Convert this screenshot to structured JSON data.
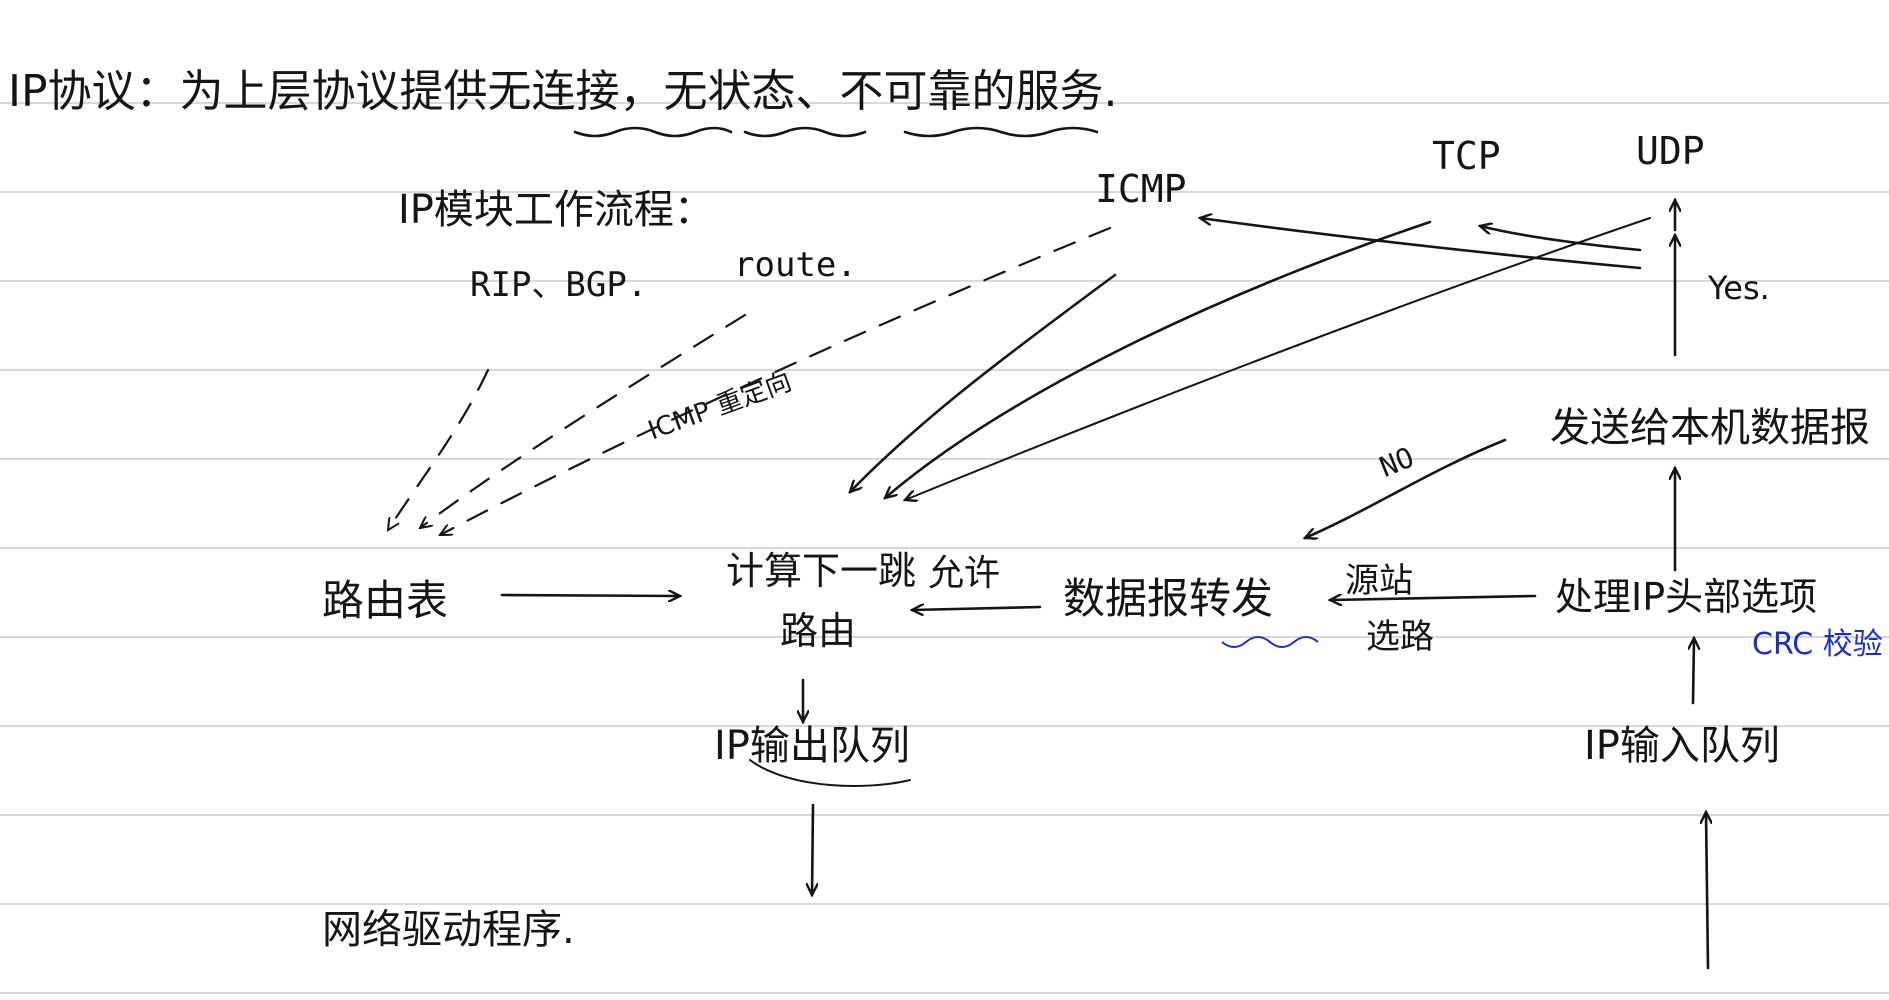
{
  "title": {
    "prefix": "IP协议：为上层协议提供",
    "a": "无连接",
    "sep1": "，",
    "b": "无状态",
    "sep2": "、",
    "c": "不可靠的服务",
    "end": "."
  },
  "subtitle": "IP模块工作流程：",
  "labels": {
    "rip_bgp": "RIP、BGP.",
    "route": "route.",
    "icmp": "ICMP",
    "tcp": "TCP",
    "udp": "UDP",
    "yes": "Yes.",
    "icmp_redirect": "ICMP 重定向",
    "no": "NO",
    "allow": "允许",
    "source_route_1": "源站",
    "source_route_2": "选路",
    "crc": "CRC 校验"
  },
  "nodes": {
    "routing_table": "路由表",
    "next_hop_1": "计算下一跳",
    "next_hop_2": "路由",
    "forward": "数据报转发",
    "process_header": "处理IP头部选项",
    "deliver_local": "发送给本机数据报",
    "out_queue": "IP输出队列",
    "in_queue": "IP输入队列",
    "driver": "网络驱动程序."
  },
  "colors": {
    "ink": "#151515",
    "blue": "#1c2ec7",
    "rule": "#d7d7dc"
  }
}
